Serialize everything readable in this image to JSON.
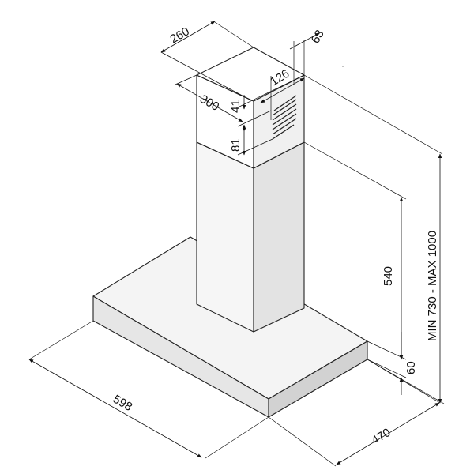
{
  "dimensions": {
    "width": "598",
    "depth": "470",
    "canopy_height": "60",
    "chimney_lower": "540",
    "total_height": "MIN 730 - MAX 1000",
    "chimney_width": "260",
    "chimney_depth": "300",
    "vent_offset": "63",
    "vent_width": "126",
    "vent_top": "41",
    "vent_height": "81"
  },
  "colors": {
    "line": "#222222",
    "face_light": "#f4f4f4",
    "face_mid": "#e6e6e6",
    "face_dark": "#d2d2d2"
  }
}
